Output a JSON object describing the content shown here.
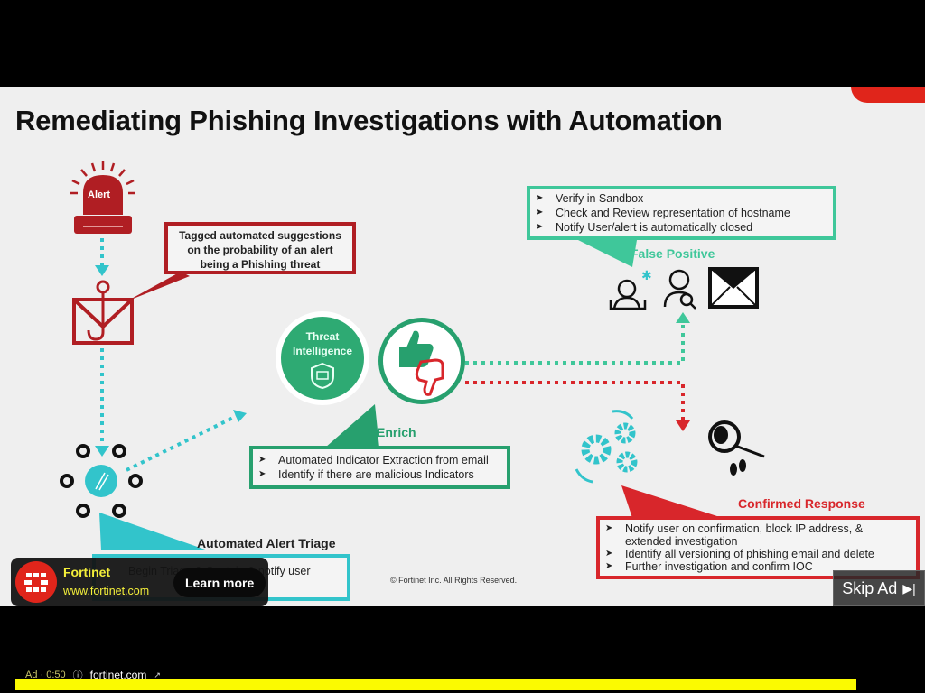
{
  "slide": {
    "title": "Remediating Phishing Investigations with Automation",
    "alert_icon_label": "Alert",
    "tagged_box": {
      "lines": [
        "Tagged automated suggestions",
        "on the probability of an alert",
        "being a Phishing threat"
      ]
    },
    "threat_intel_label": [
      "Threat",
      "Intelligence"
    ],
    "false_positive": {
      "heading": "False Positive",
      "items": [
        "Verify in Sandbox",
        "Check and Review representation of hostname",
        "Notify User/alert is automatically closed"
      ]
    },
    "enrich": {
      "heading": "Enrich",
      "items": [
        "Automated Indicator Extraction from email",
        "Identify if there are malicious Indicators"
      ]
    },
    "confirmed_response": {
      "heading": "Confirmed Response",
      "items": [
        "Notify user on confirmation, block IP address, & extended investigation",
        "Identify all versioning of phishing email and delete",
        "Further investigation and confirm IOC"
      ]
    },
    "triage": {
      "heading": "Automated Alert Triage",
      "items": [
        "Begin Triage & Contain & notify user"
      ]
    },
    "copyright": "© Fortinet Inc. All Rights Reserved."
  },
  "ad": {
    "advertiser": "Fortinet",
    "url": "www.fortinet.com",
    "cta": "Learn more",
    "skip_label": "Skip Ad",
    "badge": "Ad · 0:50",
    "domain_link": "fortinet.com",
    "progress_fraction": 0.94
  },
  "colors": {
    "red": "#b01e23",
    "green": "#3fc79a",
    "dark_green": "#27a06e",
    "teal": "#32c4cb",
    "progress": "#fbfa01"
  }
}
